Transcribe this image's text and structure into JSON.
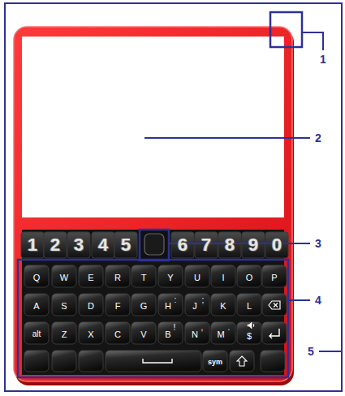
{
  "diagram": {
    "labels": [
      "1",
      "2",
      "3",
      "4",
      "5",
      "1",
      "2",
      "3",
      "4",
      "5",
      "6",
      "7",
      "8",
      "9",
      "0",
      "Q",
      "W",
      "E",
      "R",
      "T",
      "Y",
      "U",
      "I",
      "O",
      "P",
      "A",
      "S",
      "D",
      "F",
      "G",
      "H",
      "J",
      "K",
      "L",
      "alt",
      "Z",
      "X",
      "C",
      "V",
      "B",
      "N",
      "M",
      "$",
      ":",
      ";",
      "!",
      ",",
      ".",
      "sym"
    ]
  }
}
